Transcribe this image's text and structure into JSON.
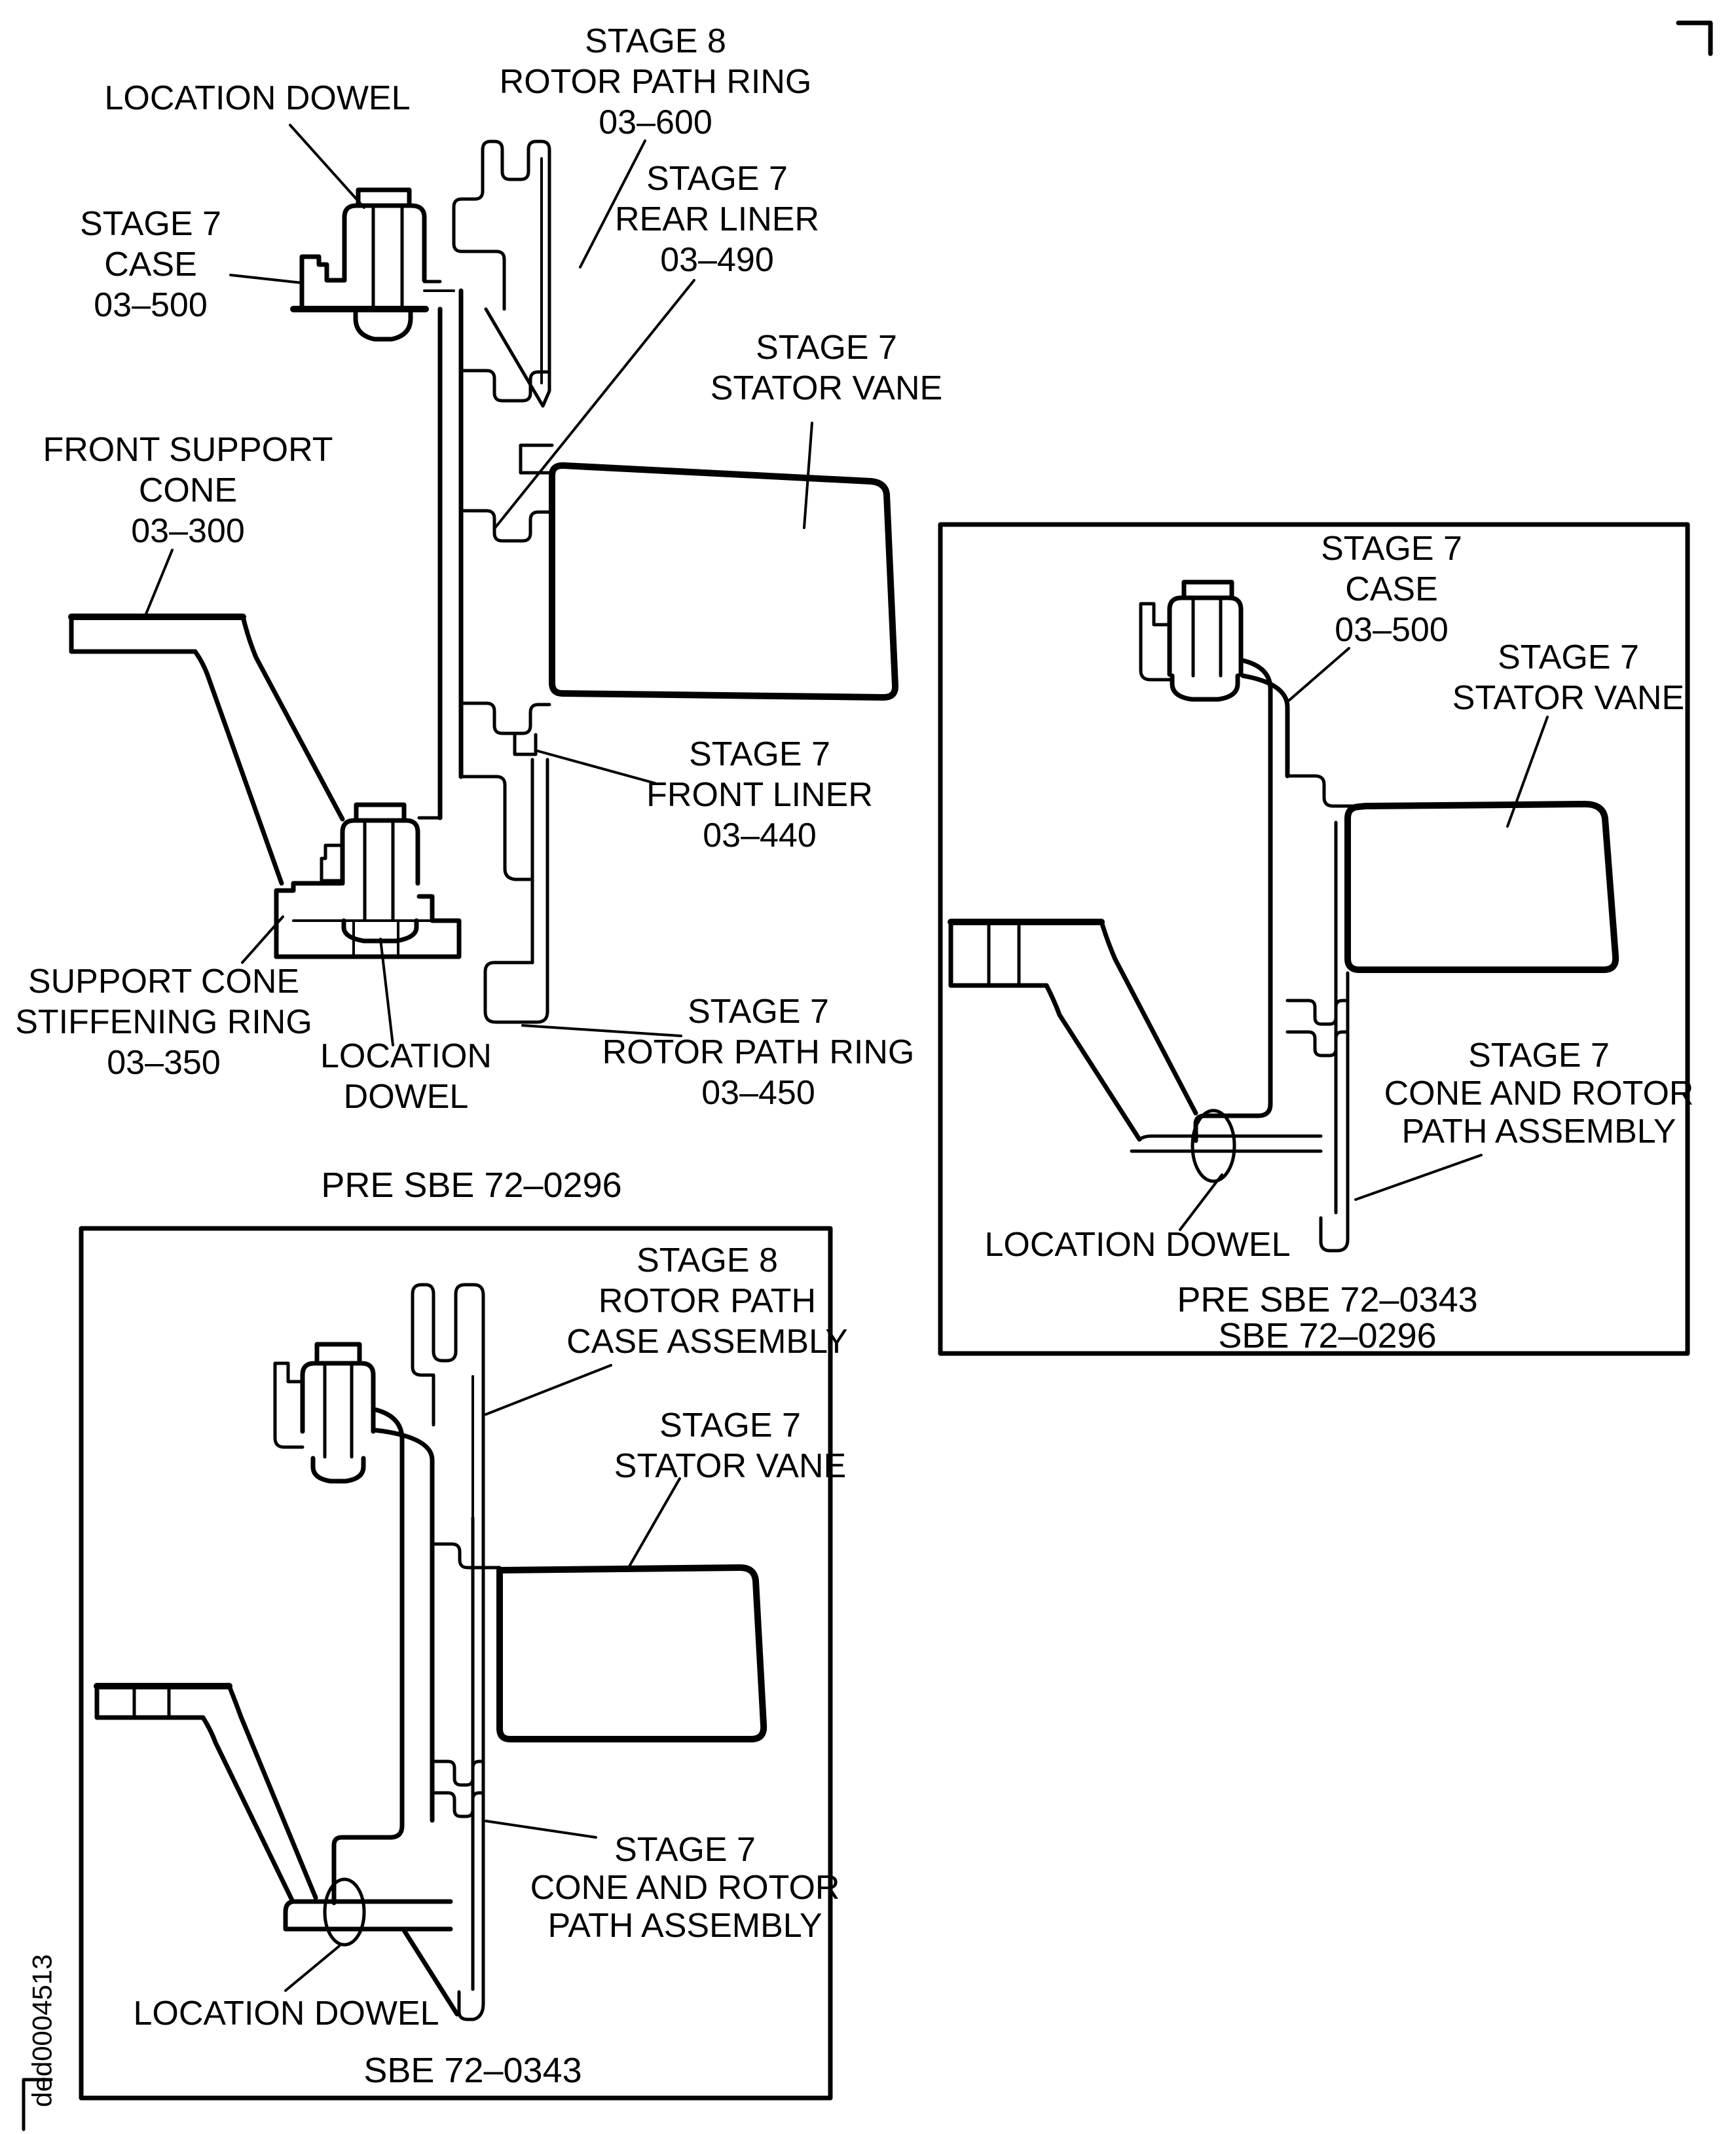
{
  "figure": {
    "id_vertical": "ded0004513"
  },
  "main_view": {
    "caption": "PRE SBE 72–0296",
    "labels": {
      "stage8_rotor_path_ring": [
        "STAGE 8",
        "ROTOR PATH RING",
        "03–600"
      ],
      "location_dowel_top": [
        "LOCATION DOWEL"
      ],
      "stage7_case": [
        "STAGE 7",
        "CASE",
        "03–500"
      ],
      "stage7_rear_liner": [
        "STAGE 7",
        "REAR LINER",
        "03–490"
      ],
      "stage7_stator_vane": [
        "STAGE 7",
        "STATOR VANE"
      ],
      "front_support_cone": [
        "FRONT SUPPORT",
        "CONE",
        "03–300"
      ],
      "stage7_front_liner": [
        "STAGE 7",
        "FRONT LINER",
        "03–440"
      ],
      "support_cone_stiffening_ring": [
        "SUPPORT CONE",
        "STIFFENING RING",
        "03–350"
      ],
      "location_dowel_bottom": [
        "LOCATION",
        "DOWEL"
      ],
      "stage7_rotor_path_ring": [
        "STAGE 7",
        "ROTOR PATH RING",
        "03–450"
      ]
    }
  },
  "pre_sbe_72_0343_view": {
    "captions": [
      "PRE SBE 72–0343",
      "SBE 72–0296"
    ],
    "labels": {
      "stage7_case": [
        "STAGE 7",
        "CASE",
        "03–500"
      ],
      "stage7_stator_vane": [
        "STAGE 7",
        "STATOR VANE"
      ],
      "stage7_cone_and_rotor_path_assembly": [
        "STAGE 7",
        "CONE AND ROTOR",
        "PATH ASSEMBLY"
      ],
      "location_dowel": [
        "LOCATION DOWEL"
      ]
    }
  },
  "sbe_72_0343_view": {
    "caption": "SBE 72–0343",
    "labels": {
      "stage8_rotor_path_case_assembly": [
        "STAGE 8",
        "ROTOR PATH",
        "CASE ASSEMBLY"
      ],
      "stage7_stator_vane": [
        "STAGE 7",
        "STATOR VANE"
      ],
      "stage7_cone_and_rotor_path_assembly": [
        "STAGE 7",
        "CONE AND ROTOR",
        "PATH ASSEMBLY"
      ],
      "location_dowel": [
        "LOCATION DOWEL"
      ]
    }
  }
}
